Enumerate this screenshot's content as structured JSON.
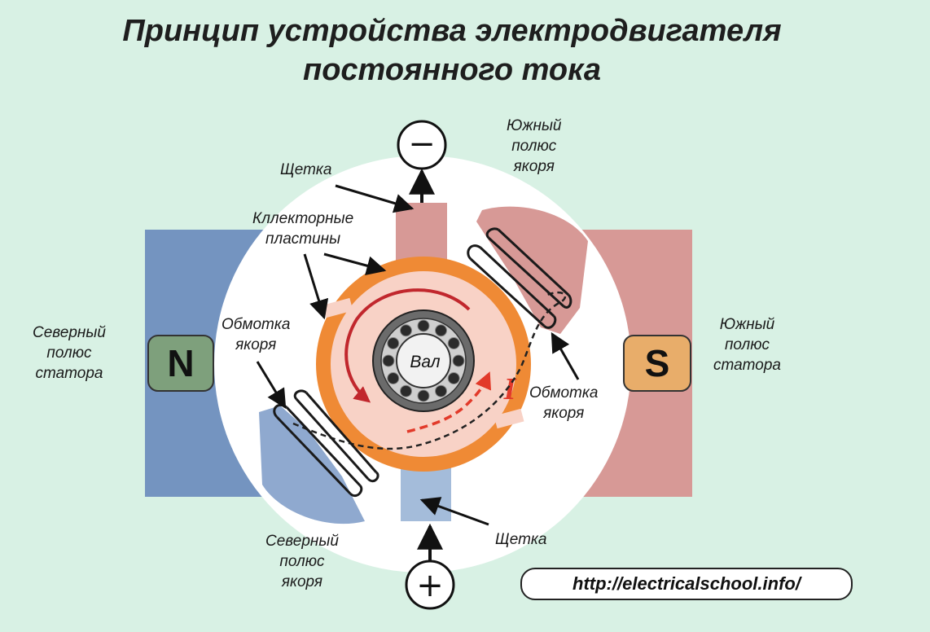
{
  "title": {
    "line1": "Принцип устройства электродвигателя",
    "line2": "постоянного тока"
  },
  "labels": {
    "brush_top": "Щетка",
    "brush_bottom": "Щетка",
    "collector": [
      "Кллекторные",
      "пластины"
    ],
    "winding_left": [
      "Обмотка",
      "якоря"
    ],
    "winding_right": [
      "Обмотка",
      "якоря"
    ],
    "north_stator": [
      "Северный",
      "полюс",
      "статора"
    ],
    "south_stator": [
      "Южный",
      "полюс",
      "статора"
    ],
    "north_armature": [
      "Северный",
      "полюс",
      "якоря"
    ],
    "south_armature": [
      "Южный",
      "полюс",
      "якоря"
    ],
    "shaft": "Вал",
    "current": "I",
    "pole_n": "N",
    "pole_s": "S",
    "minus": "−",
    "plus": "+"
  },
  "url": "http://electricalschool.info/",
  "colors": {
    "background": "#d8f1e4",
    "north_stator": "#7494c0",
    "south_stator": "#d79996",
    "collector": "#ef8a35",
    "current": "#e23a2a",
    "rotation_arrow": "#c1272d"
  }
}
